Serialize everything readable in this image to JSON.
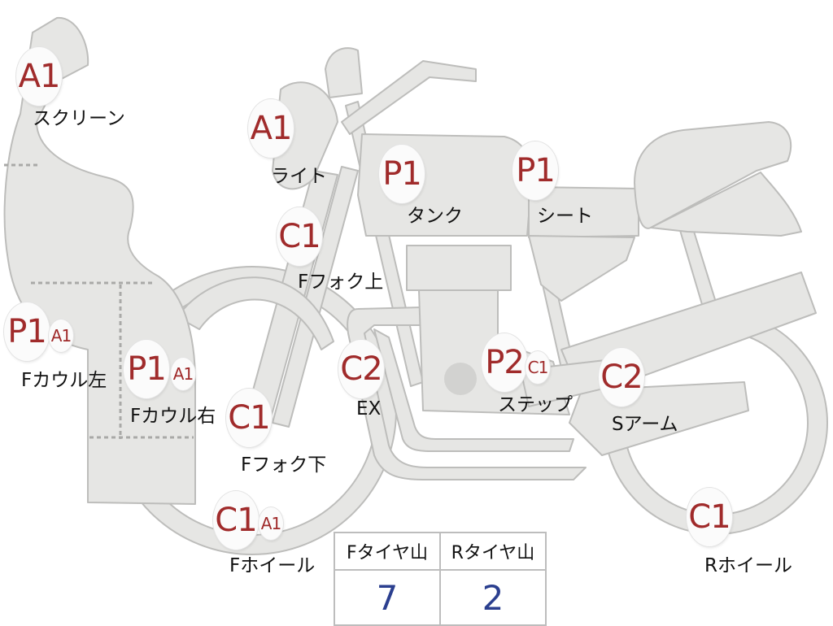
{
  "parts": [
    {
      "id": "screen",
      "label": "スクリーン",
      "badges": [
        "A1"
      ]
    },
    {
      "id": "light",
      "label": "ライト",
      "badges": [
        "A1"
      ]
    },
    {
      "id": "tank",
      "label": "タンク",
      "badges": [
        "P1"
      ]
    },
    {
      "id": "seat",
      "label": "シート",
      "badges": [
        "P1"
      ]
    },
    {
      "id": "fork-upper",
      "label": "Fフォク上",
      "badges": [
        "C1"
      ]
    },
    {
      "id": "cowl-left",
      "label": "Fカウル左",
      "badges": [
        "P1",
        "A1"
      ]
    },
    {
      "id": "cowl-right",
      "label": "Fカウル右",
      "badges": [
        "P1",
        "A1"
      ]
    },
    {
      "id": "ex",
      "label": "EX",
      "badges": [
        "C2"
      ]
    },
    {
      "id": "step",
      "label": "ステップ",
      "badges": [
        "P2",
        "C1"
      ]
    },
    {
      "id": "swingarm",
      "label": "Sアーム",
      "badges": [
        "C2"
      ]
    },
    {
      "id": "fork-lower",
      "label": "Fフォク下",
      "badges": [
        "C1"
      ]
    },
    {
      "id": "front-wheel",
      "label": "Fホイール",
      "badges": [
        "C1",
        "A1"
      ]
    },
    {
      "id": "rear-wheel",
      "label": "Rホイール",
      "badges": [
        "C1"
      ]
    }
  ],
  "tread": {
    "headers": [
      "Fタイヤ山",
      "Rタイヤ山"
    ],
    "values": [
      "7",
      "2"
    ]
  },
  "colors": {
    "body": "#e6e6e4",
    "outline": "#bdbdbb",
    "badge_text": "#a02b2b",
    "value_text": "#2b3f8f"
  }
}
